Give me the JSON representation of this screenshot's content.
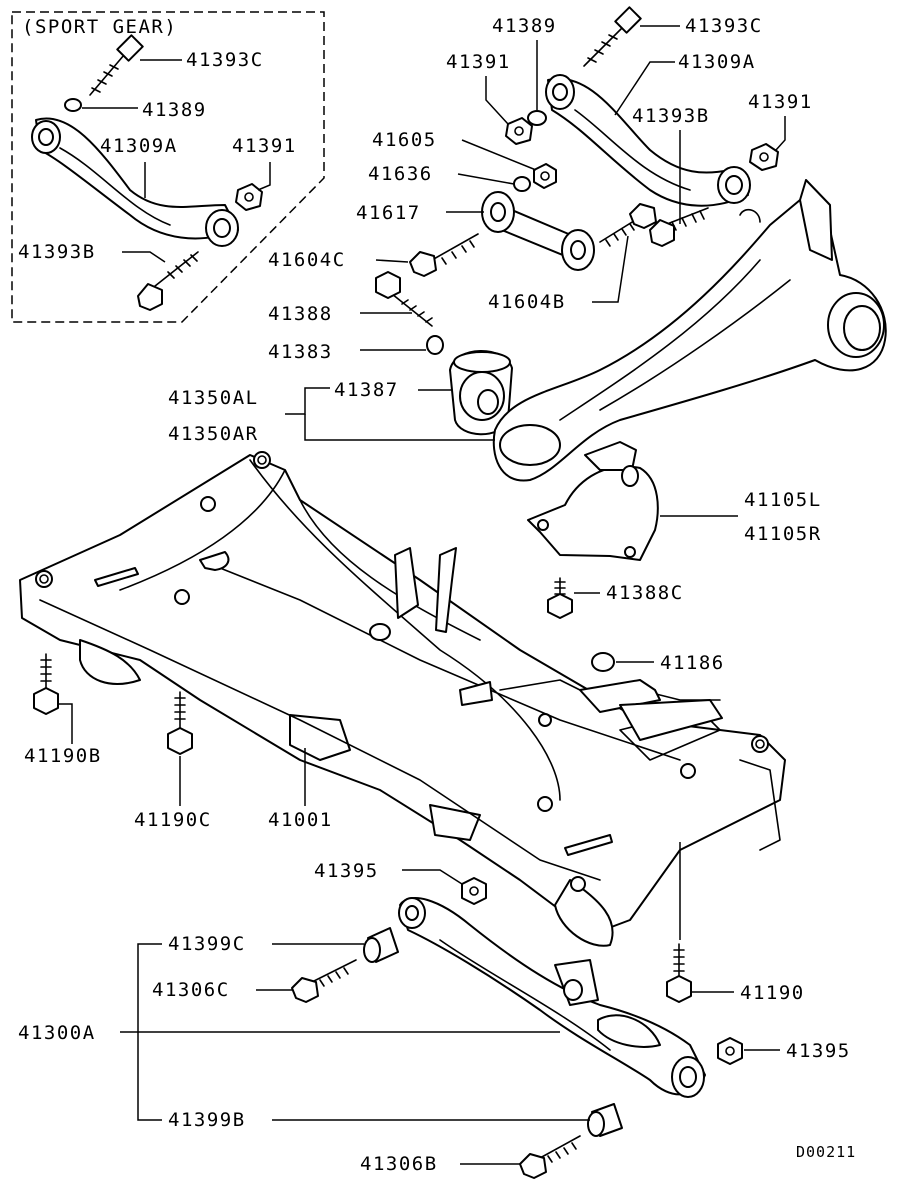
{
  "inset": {
    "title": "(SPORT GEAR)"
  },
  "labels": {
    "inset_41393C": "41393C",
    "inset_41389": "41389",
    "inset_41309A": "41309A",
    "inset_41391": "41391",
    "inset_41393B": "41393B",
    "p41389": "41389",
    "p41393C": "41393C",
    "p41391_left": "41391",
    "p41309A": "41309A",
    "p41391_right": "41391",
    "p41393B": "41393B",
    "p41605": "41605",
    "p41636": "41636",
    "p41617": "41617",
    "p41604C": "41604C",
    "p41604B": "41604B",
    "p41388": "41388",
    "p41383": "41383",
    "p41387": "41387",
    "p41350AL": "41350AL",
    "p41350AR": "41350AR",
    "p41105L": "41105L",
    "p41105R": "41105R",
    "p41388C": "41388C",
    "p41186": "41186",
    "p41190B": "41190B",
    "p41190C": "41190C",
    "p41001": "41001",
    "p41395_top": "41395",
    "p41399C": "41399C",
    "p41306C": "41306C",
    "p41300A": "41300A",
    "p41190": "41190",
    "p41395_right": "41395",
    "p41399B": "41399B",
    "p41306B": "41306B"
  },
  "drawing_code": "D00211"
}
